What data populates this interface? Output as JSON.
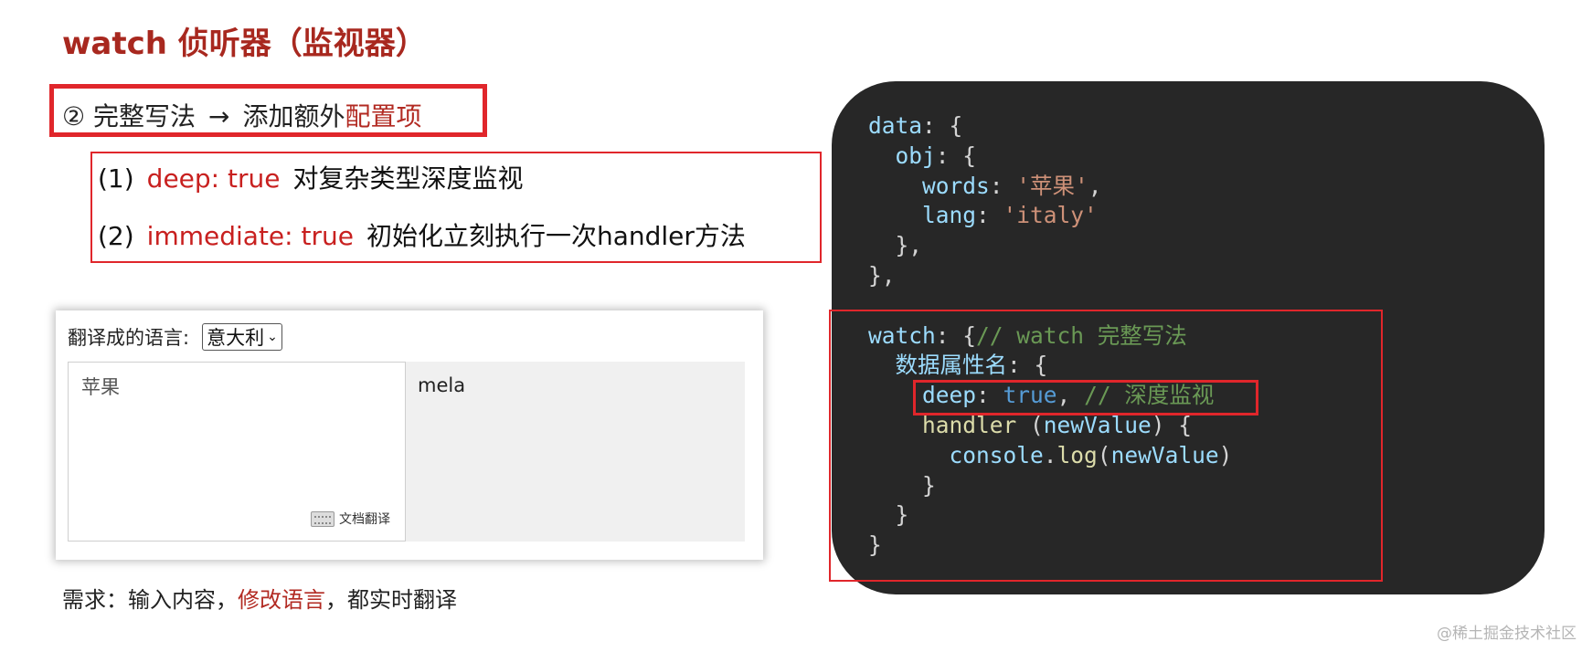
{
  "title": "watch 侦听器（监视器）",
  "method": {
    "prefix": "② 完整写法",
    "arrow": "→",
    "text": "添加额外",
    "highlight": "配置项"
  },
  "options": [
    {
      "num": "(1)",
      "key": "deep: true",
      "desc": "对复杂类型深度监视"
    },
    {
      "num": "(2)",
      "key": "immediate: true",
      "desc": "初始化立刻执行一次handler方法"
    }
  ],
  "translator": {
    "lang_label": "翻译成的语言:",
    "lang_selected": "意大利",
    "source_text": "苹果",
    "doc_translate_label": "文档翻译",
    "output_text": "mela"
  },
  "requirement": {
    "prefix": "需求：输入内容，",
    "highlight": "修改语言",
    "suffix": "，都实时翻译"
  },
  "code_lines": [
    [
      {
        "t": "data",
        "c": "key"
      },
      {
        "t": ": {",
        "c": "pun"
      }
    ],
    [
      {
        "t": "  obj",
        "c": "key"
      },
      {
        "t": ": {",
        "c": "pun"
      }
    ],
    [
      {
        "t": "    words",
        "c": "key"
      },
      {
        "t": ": ",
        "c": "pun"
      },
      {
        "t": "'苹果'",
        "c": "str"
      },
      {
        "t": ",",
        "c": "pun"
      }
    ],
    [
      {
        "t": "    lang",
        "c": "key"
      },
      {
        "t": ": ",
        "c": "pun"
      },
      {
        "t": "'italy'",
        "c": "str"
      }
    ],
    [
      {
        "t": "  },",
        "c": "pun"
      }
    ],
    [
      {
        "t": "},",
        "c": "pun"
      }
    ],
    [
      {
        "t": "",
        "c": "pun"
      }
    ],
    [
      {
        "t": "watch",
        "c": "key"
      },
      {
        "t": ": {",
        "c": "pun"
      },
      {
        "t": "// watch 完整写法",
        "c": "cmt"
      }
    ],
    [
      {
        "t": "  数据属性名",
        "c": "key"
      },
      {
        "t": ": {",
        "c": "pun"
      }
    ],
    [
      {
        "t": "    deep",
        "c": "key"
      },
      {
        "t": ": ",
        "c": "pun"
      },
      {
        "t": "true",
        "c": "kw"
      },
      {
        "t": ", ",
        "c": "pun"
      },
      {
        "t": "// 深度监视",
        "c": "cmt"
      }
    ],
    [
      {
        "t": "    handler",
        "c": "fn"
      },
      {
        "t": " (",
        "c": "pun"
      },
      {
        "t": "newValue",
        "c": "key"
      },
      {
        "t": ") {",
        "c": "pun"
      }
    ],
    [
      {
        "t": "      console",
        "c": "key"
      },
      {
        "t": ".",
        "c": "pun"
      },
      {
        "t": "log",
        "c": "fn"
      },
      {
        "t": "(",
        "c": "pun"
      },
      {
        "t": "newValue",
        "c": "key"
      },
      {
        "t": ")",
        "c": "pun"
      }
    ],
    [
      {
        "t": "    }",
        "c": "pun"
      }
    ],
    [
      {
        "t": "  }",
        "c": "pun"
      }
    ],
    [
      {
        "t": "}",
        "c": "pun"
      }
    ]
  ],
  "watermark": "@稀土掘金技术社区"
}
